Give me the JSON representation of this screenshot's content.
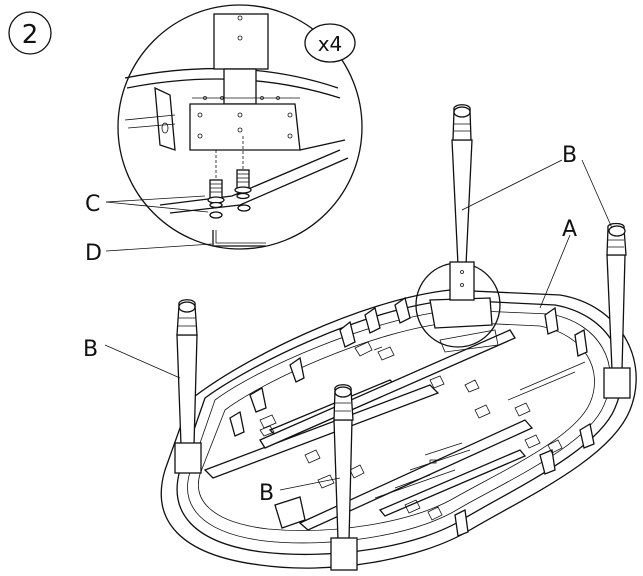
{
  "step": {
    "number": "2"
  },
  "detail": {
    "quantity": "x4"
  },
  "labels": {
    "a": "A",
    "b_top": "B",
    "b_left": "B",
    "b_bottom": "B",
    "c": "C",
    "d": "D"
  }
}
